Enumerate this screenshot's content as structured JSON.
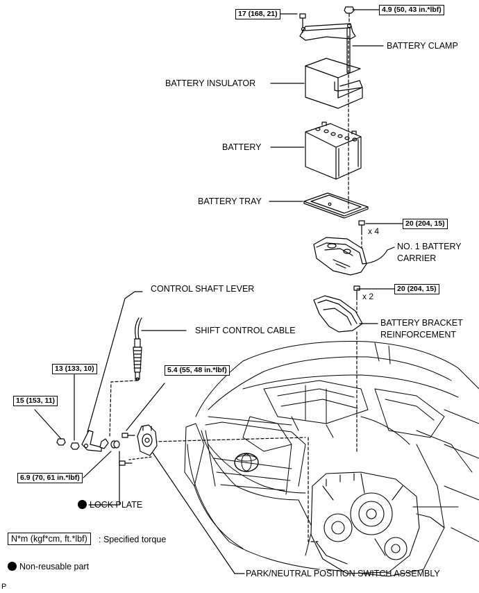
{
  "labels": {
    "battery_clamp": "BATTERY CLAMP",
    "battery_insulator": "BATTERY INSULATOR",
    "battery": "BATTERY",
    "battery_tray": "BATTERY TRAY",
    "no1_battery_carrier_line1": "NO. 1 BATTERY",
    "no1_battery_carrier_line2": "CARRIER",
    "battery_bracket_reinforcement_line1": "BATTERY BRACKET",
    "battery_bracket_reinforcement_line2": "REINFORCEMENT",
    "control_shaft_lever": "CONTROL SHAFT LEVER",
    "shift_control_cable": "SHIFT CONTROL CABLE",
    "lock_plate": "LOCK PLATE",
    "park_neutral_switch": "PARK/NEUTRAL POSITION SWITCH ASSEMBLY"
  },
  "torques": {
    "clamp_bolt": "17 (168, 21)",
    "clamp_nut": "4.9 (50, 43 in.*lbf)",
    "carrier_bolts": "20 (204, 15)",
    "bracket_bolts": "20 (204, 15)",
    "switch_bolts": "5.4 (55, 48 in.*lbf)",
    "lever_nut": "13 (133, 10)",
    "lock_plate_nut": "15 (153, 11)",
    "switch_nut": "6.9 (70, 61 in.*lbf)"
  },
  "multipliers": {
    "carrier": "x 4",
    "bracket": "x 2"
  },
  "legend": {
    "torque_box": "N*m (kgf*cm, ft.*lbf)",
    "torque_desc": ": Specified torque",
    "non_reusable": "Non-reusable part"
  },
  "corner_code": "P"
}
